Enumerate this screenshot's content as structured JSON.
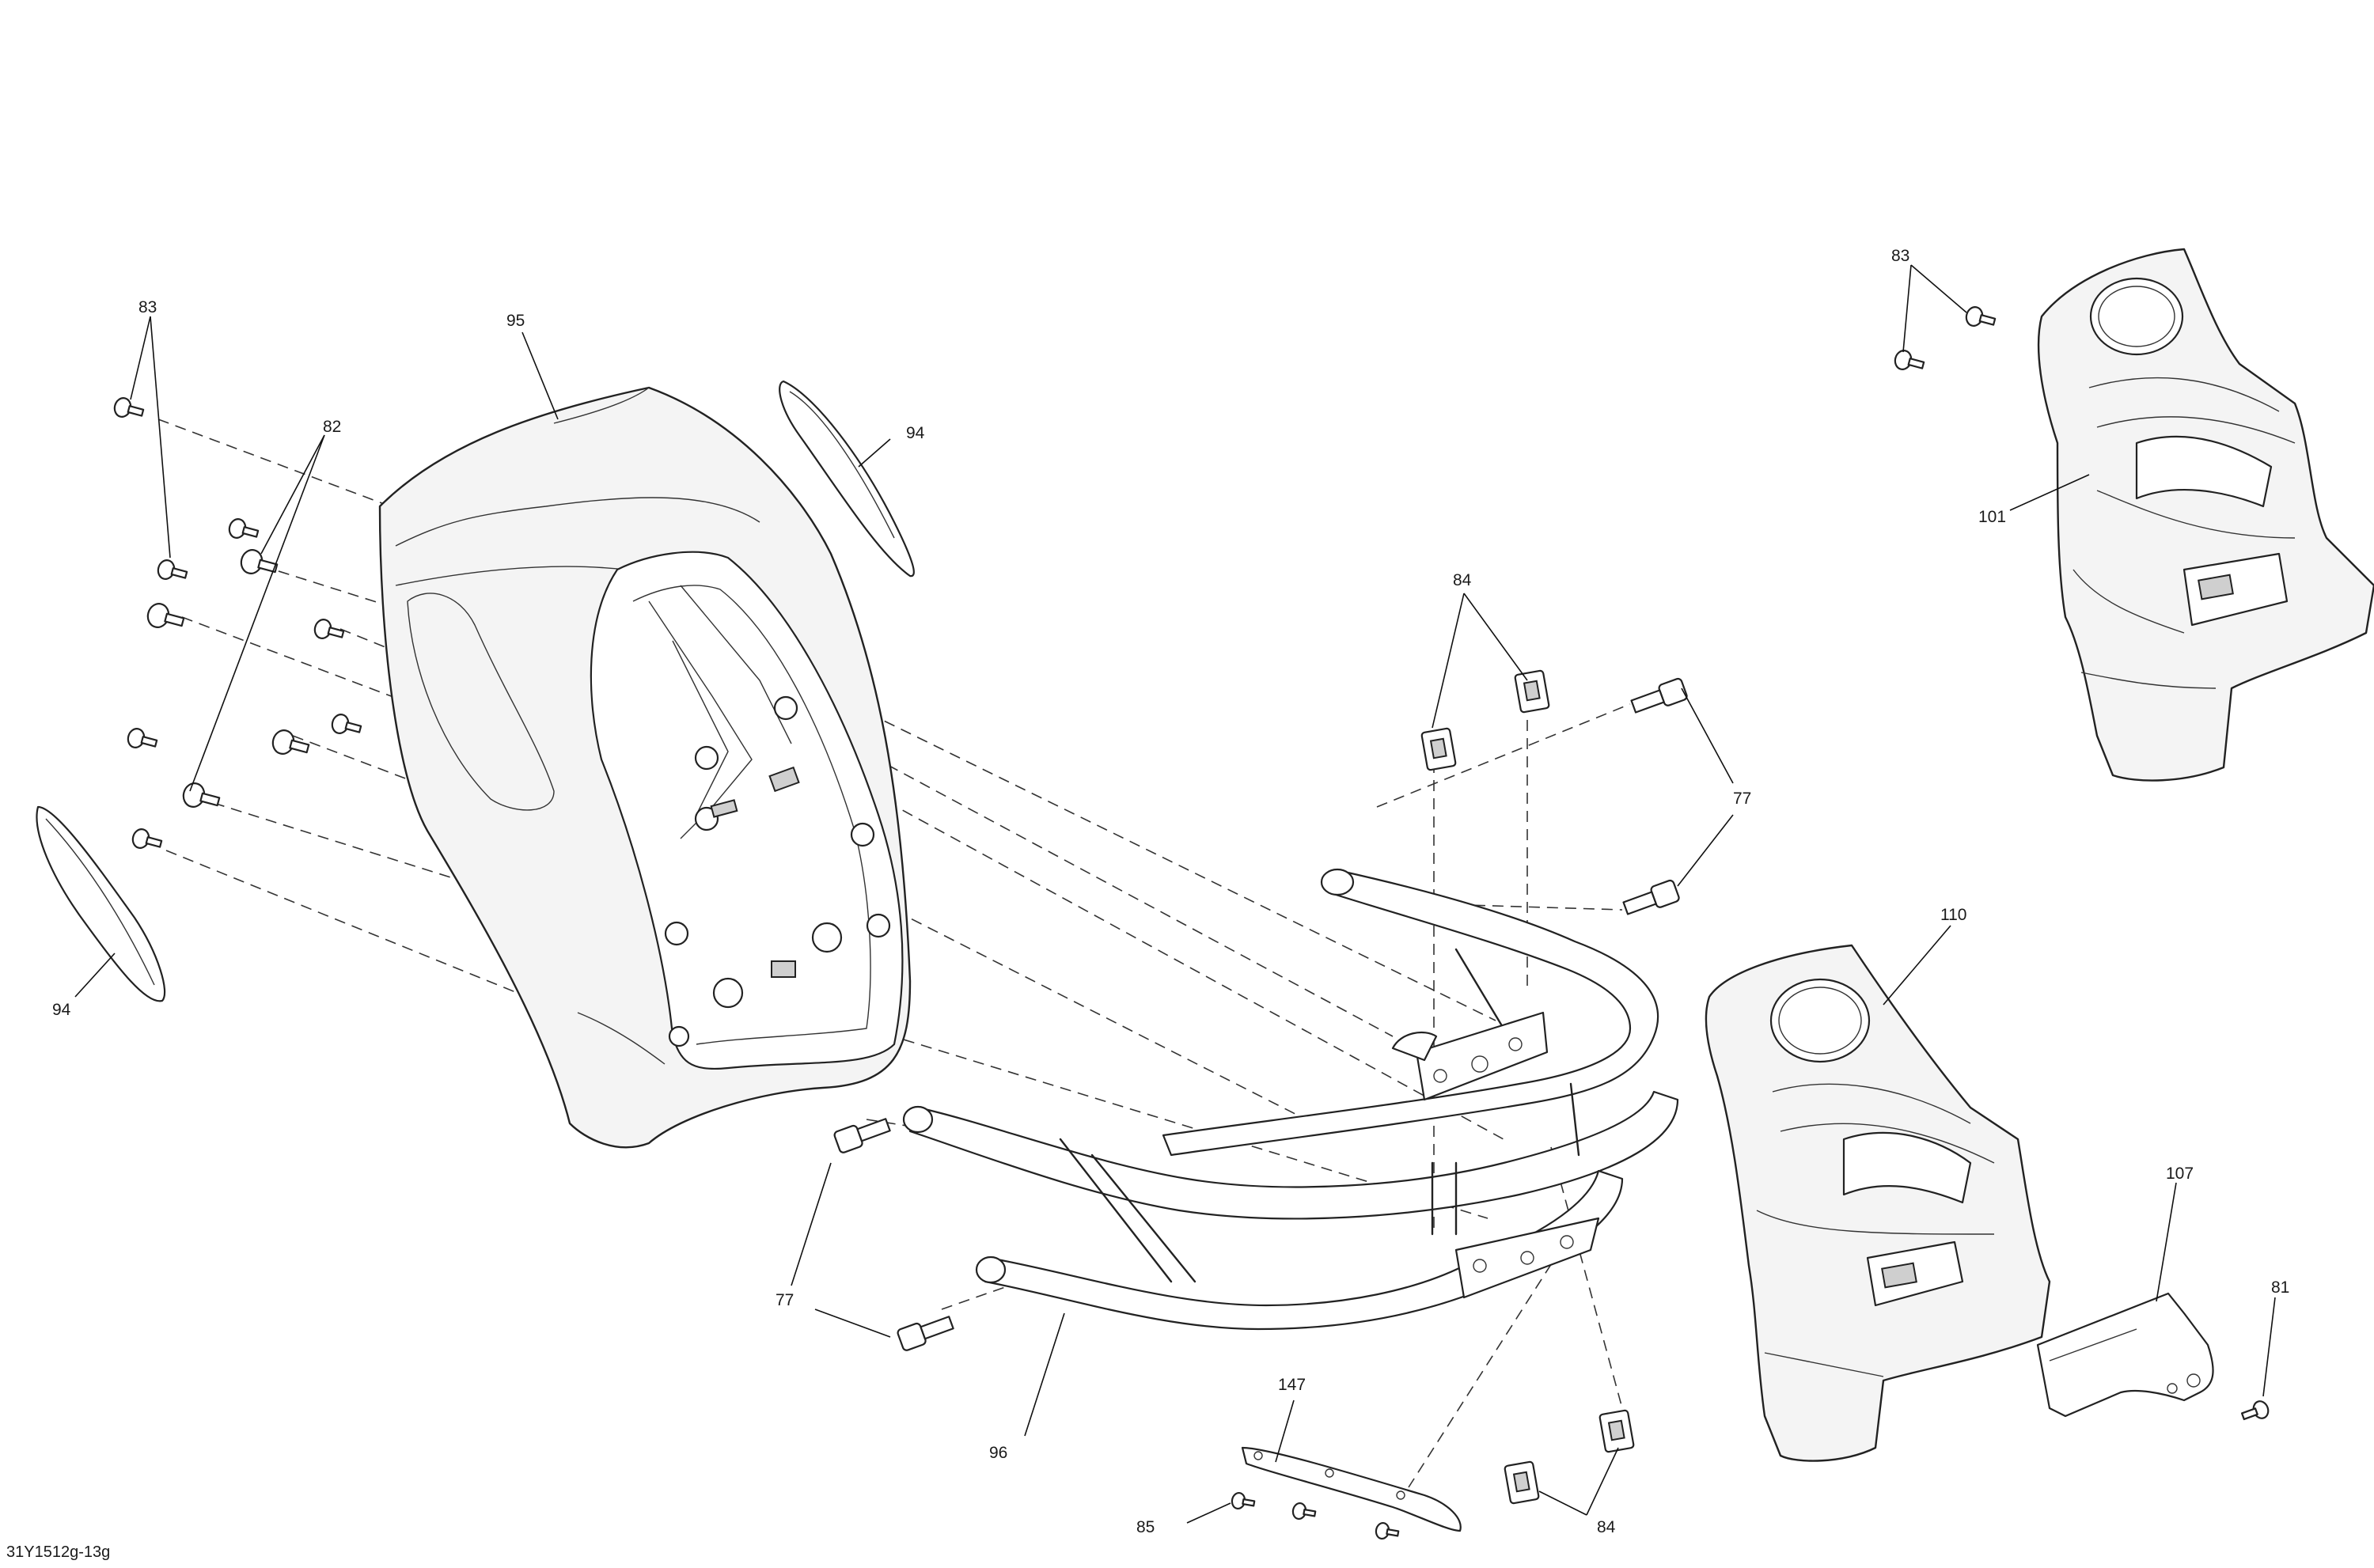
{
  "diagram": {
    "code": "31Y1512g-13g",
    "callouts": [
      {
        "id": "83a",
        "text": "83"
      },
      {
        "id": "95",
        "text": "95"
      },
      {
        "id": "82",
        "text": "82"
      },
      {
        "id": "94a",
        "text": "94"
      },
      {
        "id": "94b",
        "text": "94"
      },
      {
        "id": "84a",
        "text": "84"
      },
      {
        "id": "77a",
        "text": "77"
      },
      {
        "id": "77b",
        "text": "77"
      },
      {
        "id": "83b",
        "text": "83"
      },
      {
        "id": "101",
        "text": "101"
      },
      {
        "id": "110",
        "text": "110"
      },
      {
        "id": "107",
        "text": "107"
      },
      {
        "id": "81",
        "text": "81"
      },
      {
        "id": "147",
        "text": "147"
      },
      {
        "id": "96",
        "text": "96"
      },
      {
        "id": "85",
        "text": "85"
      },
      {
        "id": "84b",
        "text": "84"
      }
    ]
  }
}
